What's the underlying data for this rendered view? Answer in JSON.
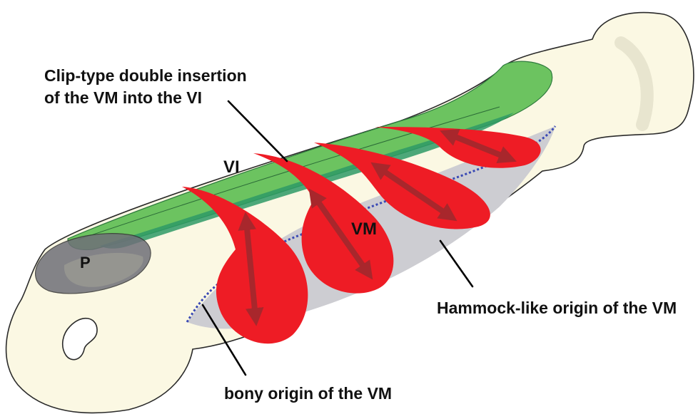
{
  "labels": {
    "clip_line1": "Clip-type double insertion",
    "clip_line2": "of the VM into the VI",
    "vi": "VI",
    "vm": "VM",
    "p": "P",
    "hammock": "Hammock-like origin of the VM",
    "bony": "bony origin of the VM"
  },
  "colors": {
    "bone": "#fbf8e3",
    "vi_muscle": "#6cc360",
    "vi_dark": "#2e8a5b",
    "vm_muscle": "#ee1c25",
    "vm_arrow": "#a8272c",
    "hammock_membrane": "#cdcdd2",
    "p_region": "#6f6f78",
    "dotted_origin": "#3a49b4"
  }
}
